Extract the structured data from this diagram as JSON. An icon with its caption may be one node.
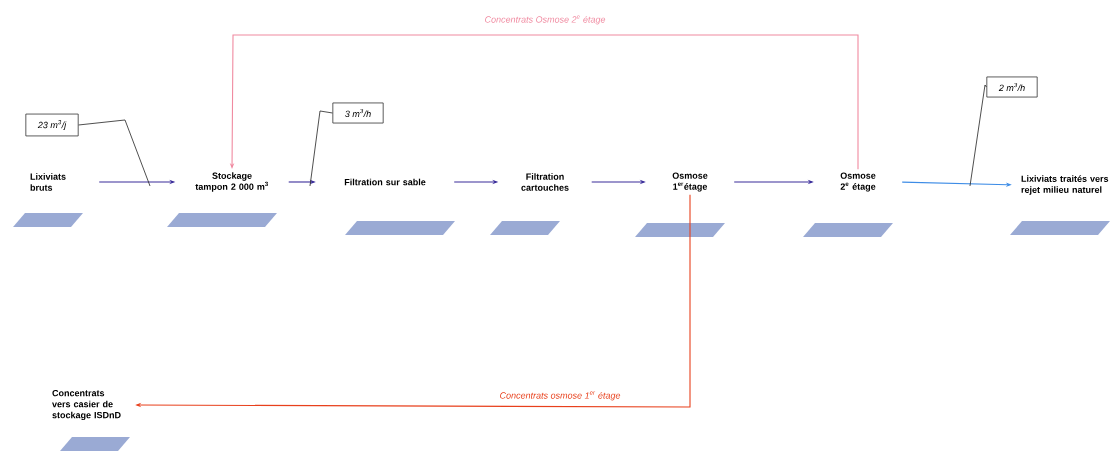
{
  "diagram": {
    "nodes": [
      {
        "text": [
          "Lixiviats bruts"
        ]
      },
      {
        "text": [
          "Stockage tampon 2 000 m$^{3}$"
        ]
      },
      {
        "text": [
          "Filtration sur sable"
        ]
      },
      {
        "text": [
          "Filtration cartouches"
        ]
      },
      {
        "text": [
          "Osmose 1$^{er}$étage"
        ]
      },
      {
        "text": [
          "Osmose 2$^{e}$ étage"
        ]
      },
      {
        "text": [
          "Lixiviats traités vers rejet milieu naturel"
        ]
      },
      {
        "text": [
          "Concentrats vers casier de stockage ISDnD"
        ]
      },
      {
        "text": [
          "23 m$^{3}$/j"
        ]
      },
      {
        "text": [
          "3 m$^{3}$/h"
        ]
      },
      {
        "text": [
          "2 m$^{3}$/h"
        ]
      }
    ],
    "edges": [
      {
        "from": 0,
        "to": 1,
        "arrow": "to"
      },
      {
        "from": 1,
        "to": 2,
        "arrow": "to"
      },
      {
        "from": 2,
        "to": 3,
        "arrow": "to"
      },
      {
        "from": 3,
        "to": 4,
        "arrow": "to"
      },
      {
        "from": 4,
        "to": 5,
        "arrow": "to"
      },
      {
        "from": 5,
        "to": 6,
        "arrow": "to",
        "color": "#3d8ce6"
      },
      {
        "from": 4,
        "to": 7,
        "arrow": "to",
        "color": "#e8401c",
        "label": "Concentrats osmose 1$^{er}$ étage"
      },
      {
        "from": 5,
        "to": 1,
        "arrow": "to",
        "color": "#f08aa0",
        "label": "Concentrats Osmose 2$^{e}$ étage"
      },
      {
        "from": 8,
        "to": null,
        "arrow": "none",
        "color": "#222222"
      },
      {
        "from": 9,
        "to": null,
        "arrow": "none",
        "color": "#222222"
      },
      {
        "from": 10,
        "to": null,
        "arrow": "none",
        "color": "#222222"
      }
    ]
  }
}
